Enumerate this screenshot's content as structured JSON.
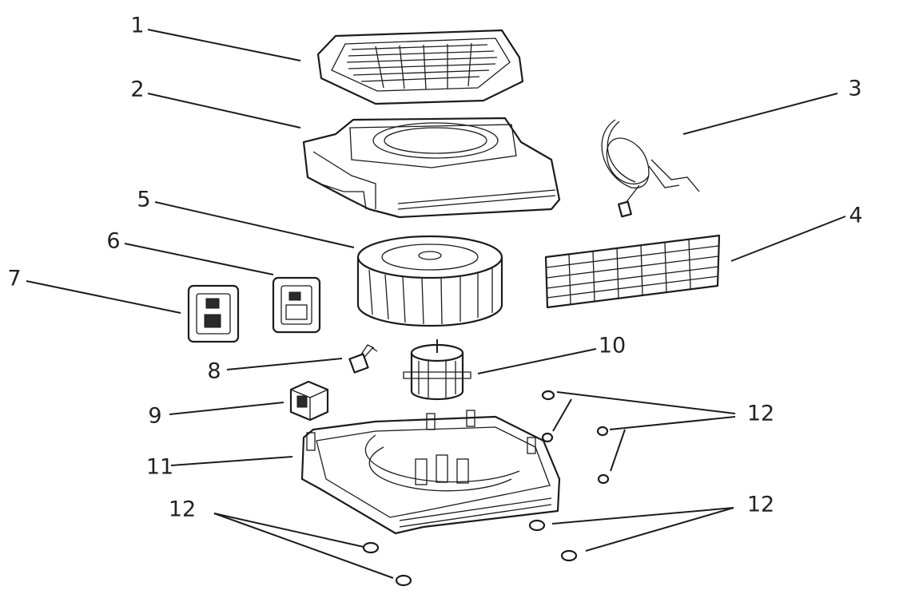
{
  "labels": {
    "l1": "1",
    "l2": "2",
    "l3": "3",
    "l4": "4",
    "l5": "5",
    "l6": "6",
    "l7": "7",
    "l8": "8",
    "l9": "9",
    "l10": "10",
    "l11": "11",
    "l12a": "12",
    "l12b": "12",
    "l12c": "12"
  }
}
